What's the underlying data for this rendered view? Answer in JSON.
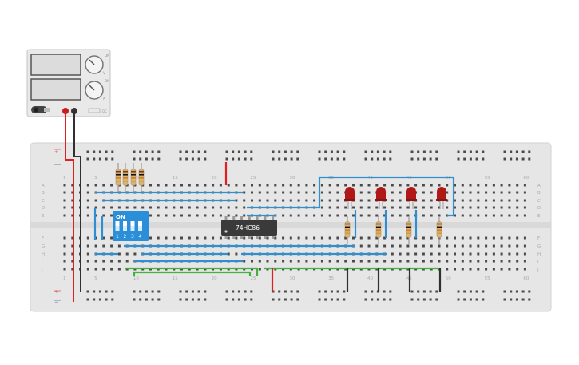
{
  "power_supply": {
    "on_label_top": "ON",
    "on_label_bottom": "ON",
    "knob_label_top": "V",
    "knob_label_bottom": "A",
    "model_label": "DC"
  },
  "breadboard": {
    "column_numbers": [
      "1",
      "5",
      "10",
      "15",
      "20",
      "25",
      "30",
      "35",
      "40",
      "45",
      "50",
      "55",
      "60"
    ],
    "rows_top": [
      "A",
      "B",
      "C",
      "D",
      "E"
    ],
    "rows_bottom": [
      "F",
      "G",
      "H",
      "I",
      "J"
    ],
    "rail_plus": "+",
    "rail_minus": "−"
  },
  "dip_switch": {
    "on_label": "ON",
    "numbers": [
      "1",
      "2",
      "3",
      "4"
    ]
  },
  "ic": {
    "part_label": "74HC86"
  },
  "colors": {
    "board": "#e6e6e6",
    "board_edge": "#d4d4d4",
    "hole": "#444444",
    "wire_red": "#e02020",
    "wire_black": "#303030",
    "wire_blue": "#2f8fd0",
    "wire_green": "#3fb23f",
    "led_red": "#b01818",
    "switch_blue": "#2a8fd8",
    "ic_body": "#3a3a3a"
  }
}
